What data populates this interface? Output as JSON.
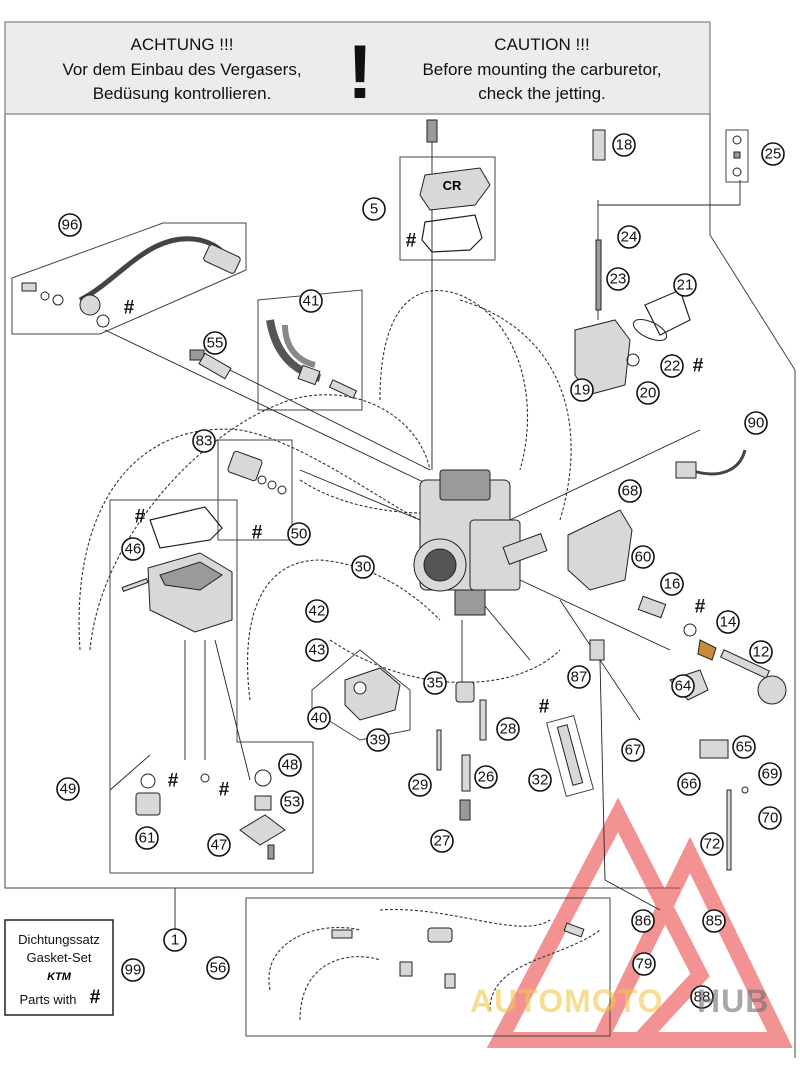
{
  "warning": {
    "de_title": "ACHTUNG !!!",
    "de_line1": "Vor dem Einbau des Vergasers,",
    "de_line2": "Bedüsung kontrollieren.",
    "symbol": "!",
    "en_title": "CAUTION !!!",
    "en_line1": "Before mounting the carburetor,",
    "en_line2": "check the jetting."
  },
  "callouts": {
    "c1": "1",
    "c5": "5",
    "c12": "12",
    "c14": "14",
    "c16": "16",
    "c18": "18",
    "c19": "19",
    "c20": "20",
    "c21": "21",
    "c22": "22",
    "c23": "23",
    "c24": "24",
    "c25": "25",
    "c26": "26",
    "c27": "27",
    "c28": "28",
    "c29": "29",
    "c30": "30",
    "c32": "32",
    "c35": "35",
    "c39": "39",
    "c40": "40",
    "c41": "41",
    "c42": "42",
    "c43": "43",
    "c46": "46",
    "c47": "47",
    "c48": "48",
    "c49": "49",
    "c50": "50",
    "c53": "53",
    "c55": "55",
    "c56": "56",
    "c60": "60",
    "c61": "61",
    "c64": "64",
    "c65": "65",
    "c66": "66",
    "c67": "67",
    "c68": "68",
    "c69": "69",
    "c70": "70",
    "c72": "72",
    "c79": "79",
    "c83": "83",
    "c85": "85",
    "c86": "86",
    "c87": "87",
    "c88": "88",
    "c90": "90",
    "c96": "96",
    "c99": "99"
  },
  "gasket_mark": "#",
  "cover_label": "CR",
  "gasket_kit": {
    "line1": "Dichtungssatz",
    "line2": "Gasket-Set",
    "brand": "KTM",
    "line3": "Parts with",
    "mark": "#"
  },
  "watermark": {
    "part1": "AUTOMOTO",
    "part2": "HUB"
  },
  "colors": {
    "watermark_red": "#e83a3a",
    "watermark_yellow": "#f2c84b",
    "watermark_gray": "#6f6f6f"
  }
}
